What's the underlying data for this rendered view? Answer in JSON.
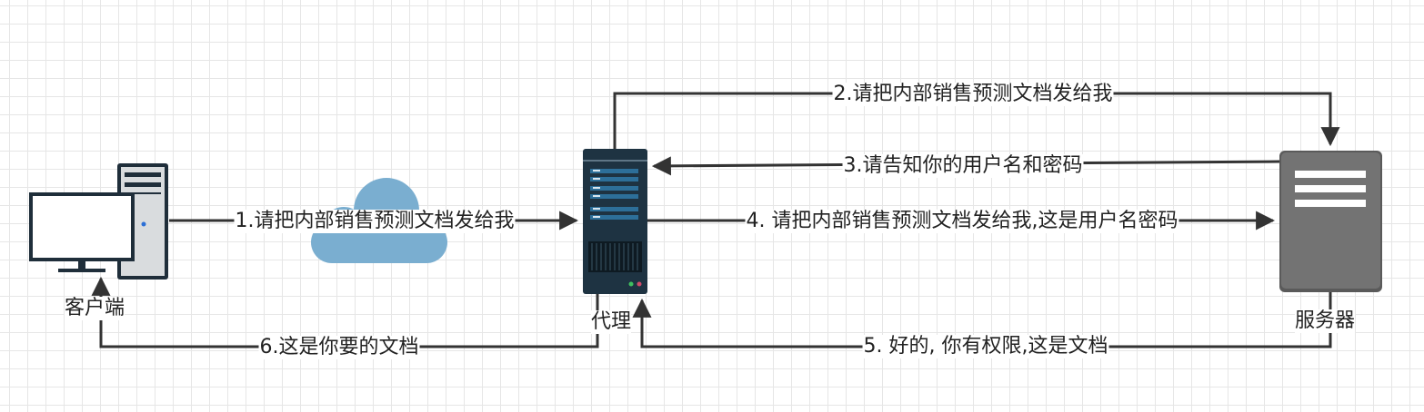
{
  "nodes": {
    "client": {
      "label": "客户端"
    },
    "proxy": {
      "label": "代理"
    },
    "server": {
      "label": "服务器"
    }
  },
  "edges": [
    {
      "id": "e1",
      "label": "1.请把内部销售预测文档发给我"
    },
    {
      "id": "e2",
      "label": "2.请把内部销售预测文档发给我"
    },
    {
      "id": "e3",
      "label": "3.请告知你的用户名和密码"
    },
    {
      "id": "e4",
      "label": "4. 请把内部销售预测文档发给我,这是用户名密码"
    },
    {
      "id": "e5",
      "label": "5. 好的, 你有权限,这是文档"
    },
    {
      "id": "e6",
      "label": "6.这是你要的文档"
    }
  ],
  "icons": {
    "client": "desktop-computer-icon",
    "cloud": "cloud-icon",
    "proxy": "server-rack-icon",
    "server": "server-icon"
  },
  "colors": {
    "line": "#333333",
    "cloud": "#7aaed0",
    "proxy_body": "#1e3342",
    "proxy_slot": "#2d6f99",
    "server_body": "#6e6e6e",
    "monitor_frame": "#1f2e3a"
  }
}
